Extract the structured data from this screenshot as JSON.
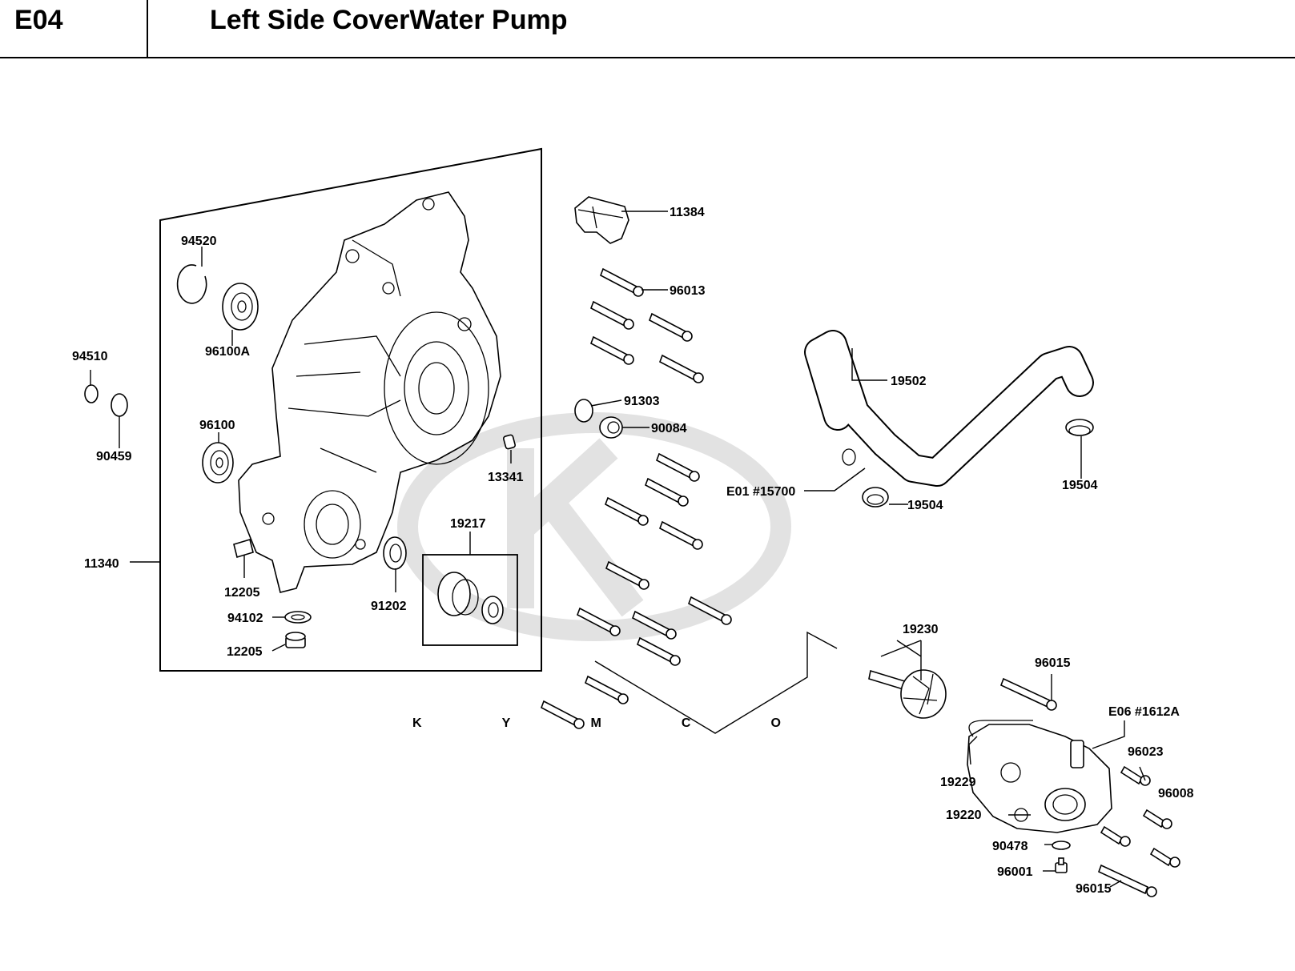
{
  "header": {
    "code": "E04",
    "title": "Left Side CoverWater Pump"
  },
  "watermark": {
    "text": "KYMCO",
    "color": "#e2e2e2"
  },
  "callouts": {
    "p94520": "94520",
    "p96100A": "96100A",
    "p94510": "94510",
    "p90459": "90459",
    "p96100": "96100",
    "p11340": "11340",
    "p12205a": "12205",
    "p94102": "94102",
    "p12205b": "12205",
    "p91202": "91202",
    "p19217": "19217",
    "p13341": "13341",
    "p11384": "11384",
    "p96013": "96013",
    "p91303": "91303",
    "p90084": "90084",
    "p19502": "19502",
    "pE01": "E01 #15700",
    "p19504a": "19504",
    "p19504b": "19504",
    "p19230": "19230",
    "p96015a": "96015",
    "pE06": "E06 #1612A",
    "p96023": "96023",
    "p19229": "19229",
    "p96008": "96008",
    "p19220": "19220",
    "p90478": "90478",
    "p96001": "96001",
    "p96015b": "96015"
  }
}
